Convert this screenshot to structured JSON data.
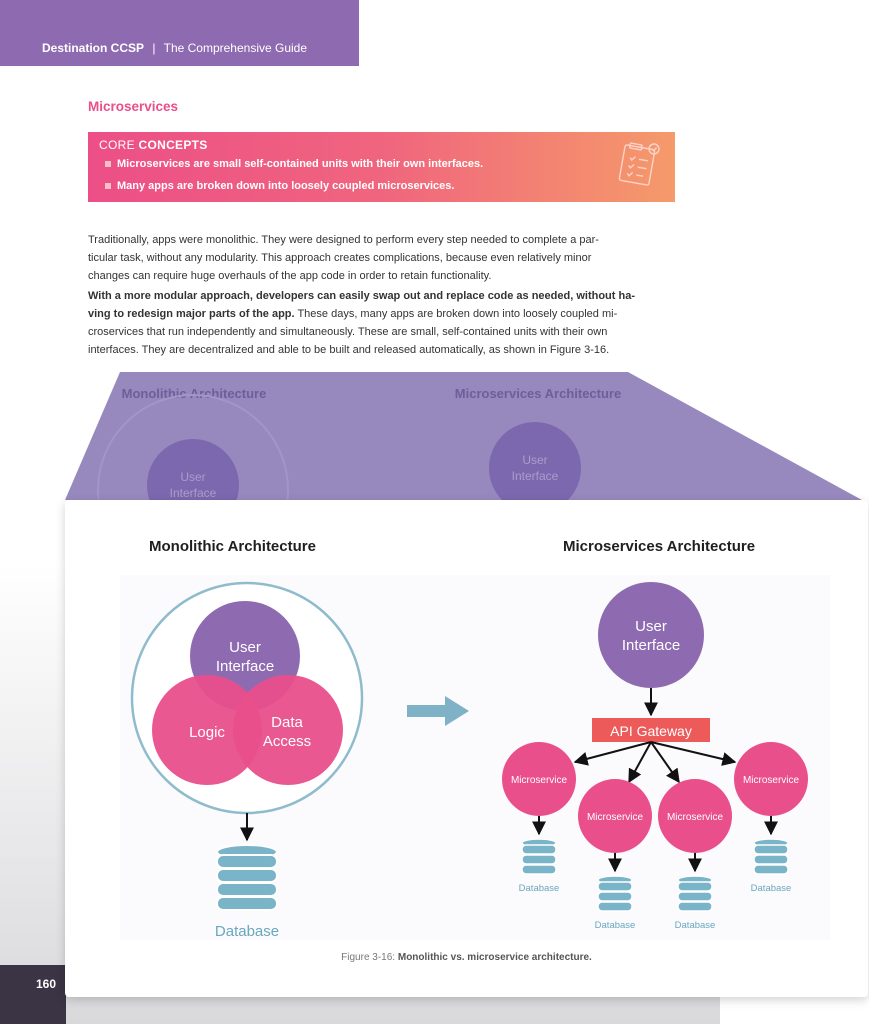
{
  "header": {
    "brand": "Destination CCSP",
    "separator": "|",
    "subtitle": "The Comprehensive Guide"
  },
  "page_number": "160",
  "section_title": "Microservices",
  "core_concepts": {
    "label_prefix": "CORE",
    "label_bold": "CONCEPTS",
    "items": [
      "Microservices are small self-contained units with their own interfaces.",
      "Many apps are broken down into loosely coupled microservices."
    ],
    "icon": "checklist-clipboard-icon"
  },
  "body": {
    "para1_lines": [
      "Traditionally, apps were monolithic. They were designed to perform every step needed to complete a par-",
      "ticular task, without any modularity. This approach creates complications, because even relatively minor",
      "changes can require huge overhauls of the app code in order to retain functionality."
    ],
    "para2_bold_lines": [
      "With a more modular approach, developers can easily swap out and replace code as needed, without ha-",
      "ving to redesign major parts of the app."
    ],
    "para2_rest_first": "These days, many apps are broken down into loosely coupled mi-",
    "para2_rest_lines": [
      "croservices that run independently and simultaneously. These are small, self-contained units with their own",
      "interfaces. They are decentralized and able to be built and released automatically, as shown in Figure 3-16."
    ]
  },
  "figure": {
    "monolithic_title": "Monolithic Architecture",
    "microservices_title": "Microservices Architecture",
    "user_interface_line1": "User",
    "user_interface_line2": "Interface",
    "logic": "Logic",
    "data_access_line1": "Data",
    "data_access_line2": "Access",
    "database": "Database",
    "api_gateway": "API Gateway",
    "microservice": "Microservice",
    "caption_prefix": "Figure 3-16:",
    "caption_bold": "Monolithic vs. microservice architecture.",
    "colors": {
      "purple": "#8e6bb1",
      "pink": "#e94f8b",
      "red": "#ec5a5a",
      "teal": "#7fb2c7",
      "db": "#79b4c9"
    }
  }
}
